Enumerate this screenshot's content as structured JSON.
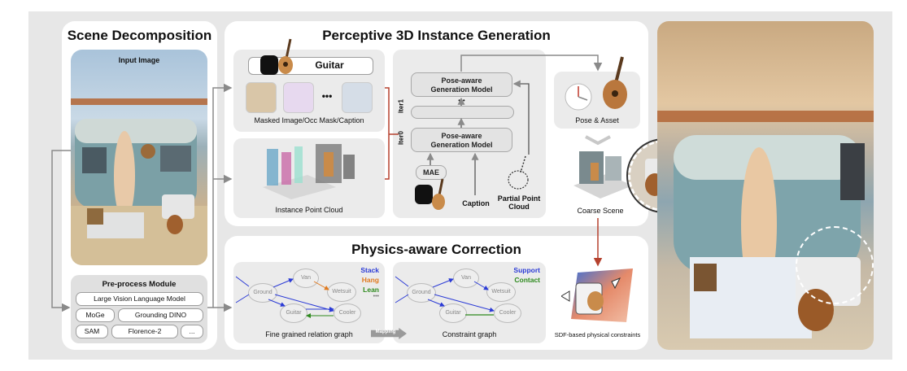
{
  "scene_decomposition": {
    "title": "Scene Decomposition",
    "input_image_label": "Input Image"
  },
  "preprocess": {
    "title": "Pre-process Module",
    "items": [
      "Large Vision Language Model",
      "MoGe",
      "Grounding DINO",
      "SAM",
      "Florence-2",
      "..."
    ]
  },
  "perceptive": {
    "title": "Perceptive 3D Instance Generation",
    "guitar_caption": "Guitar",
    "ellipsis": "•••",
    "masked_label": "Masked Image/Occ Mask/Caption",
    "point_cloud_label": "Instance Point Cloud",
    "model_label": "Pose-aware Generation Model",
    "model_dots": "•••",
    "iter1": "Iter1",
    "iter0": "Iter0",
    "mae": "MAE",
    "caption": "Caption",
    "partial_point_cloud": "Partial Point Cloud",
    "pose_asset": "Pose & Asset",
    "coarse_scene": "Coarse Scene"
  },
  "physics": {
    "title": "Physics-aware Correction",
    "fine_graph_label": "Fine grained relation graph",
    "constraint_graph_label": "Constraint graph",
    "mapping": "Mapping",
    "sdf_label": "SDF-based physical constraints",
    "nodes": {
      "ground": "Ground",
      "van": "Van",
      "wetsuit": "Wetsuit",
      "guitar": "Guitar",
      "cooler": "Cooler"
    },
    "fine_legend": [
      {
        "label": "Stack",
        "color": "#2b3bd6"
      },
      {
        "label": "Hang",
        "color": "#e07a1f"
      },
      {
        "label": "Lean",
        "color": "#2e8a1e"
      },
      {
        "label": "•••",
        "color": "#777777"
      }
    ],
    "constraint_legend": [
      {
        "label": "Support",
        "color": "#2b3bd6"
      },
      {
        "label": "Contact",
        "color": "#2e8a1e"
      }
    ]
  },
  "colors": {
    "stack": "#2b3bd6",
    "hang": "#e07a1f",
    "lean": "#2e8a1e",
    "arrow_red": "#b5412e",
    "arrow_gray": "#8a8a8a"
  }
}
